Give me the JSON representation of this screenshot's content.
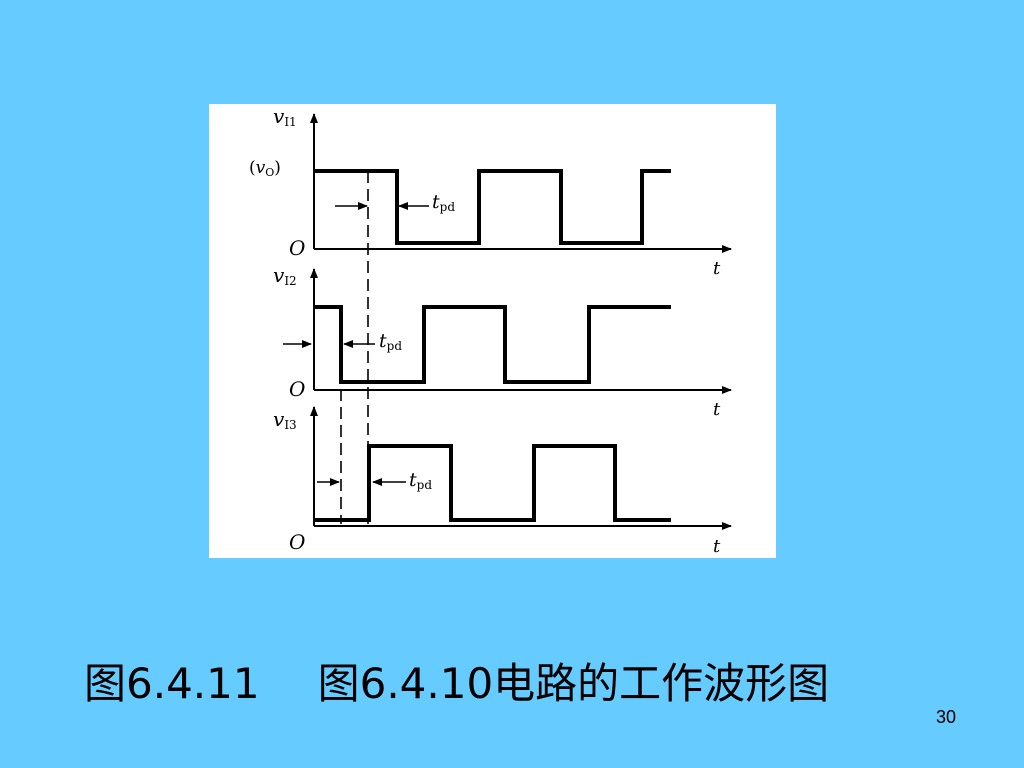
{
  "figure": {
    "signals": [
      {
        "label_var": "v",
        "label_sub": "I1",
        "alt_var": "v",
        "alt_sub": "O"
      },
      {
        "label_var": "v",
        "label_sub": "I2"
      },
      {
        "label_var": "v",
        "label_sub": "I3"
      }
    ],
    "origin_label": "O",
    "time_label": "t",
    "tpd_var": "t",
    "tpd_sub": "pd"
  },
  "caption": {
    "figure_number": "图6.4.11",
    "title": "图6.4.10电路的工作波形图"
  },
  "page_number": "30"
}
